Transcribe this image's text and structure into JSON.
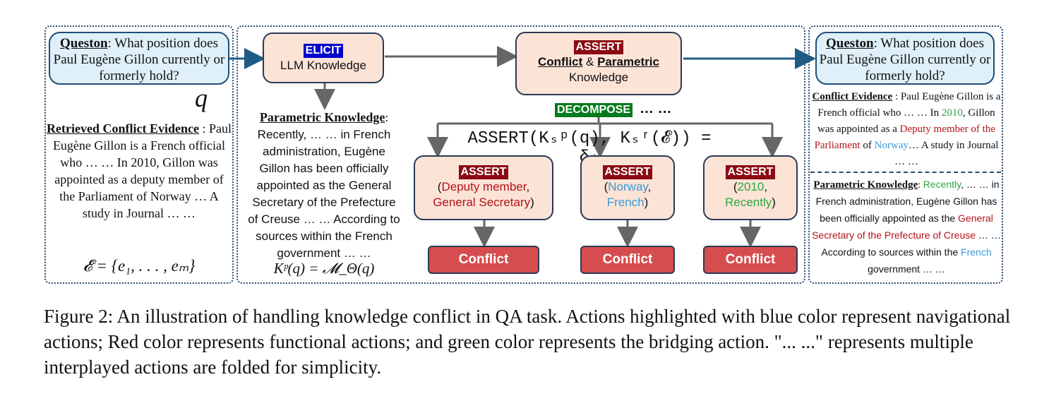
{
  "question_box_left": {
    "label": "Queston",
    "text": ": What position does Paul Eugène Gillon currently or formerly hold?"
  },
  "q_symbol": "q",
  "evidence": {
    "label": "Retrieved Conflict Evidence",
    "sep": " :",
    "text": "Paul Eugène Gillon is a French official who … … In 2010, Gillon was appointed as a deputy member of the Parliament of Norway … A study in Journal … …",
    "formula": "𝓔 = {e₁, . . . , eₘ}"
  },
  "elicit_node": {
    "tag": "ELICIT",
    "text": "LLM Knowledge"
  },
  "parametric": {
    "label": "Parametric Knowledge",
    "sep": ":",
    "text": "Recently, … … in French administration,  Eugène Gillon has been officially appointed as the General Secretary of the Prefecture of Creuse … … According to sources within the French government  … …",
    "formula": "Kᵖ(q) = 𝓜_Θ(q)"
  },
  "assert_top": {
    "tag": "ASSERT",
    "bold1": "Conflict",
    "amp": " & ",
    "bold2": "Parametric",
    "line2": "Knowledge"
  },
  "decompose": {
    "tag": "DECOMPOSE",
    "dots": "… …"
  },
  "assert_formula": "ASSERT(Kₛᵖ(q), Kₛʳ(𝓔)) = δᵢ",
  "assert_nodes": [
    {
      "tag": "ASSERT",
      "open": "(",
      "a": "Deputy member",
      "comma": ",",
      "b": "General Secretary",
      "close": ")",
      "color": "#b3131b"
    },
    {
      "tag": "ASSERT",
      "open": "(",
      "a": "Norway",
      "comma": ",",
      "b": "French",
      "close": ")",
      "color": "#3a9ad9"
    },
    {
      "tag": "ASSERT",
      "open": "(",
      "a": "2010",
      "comma": ",",
      "b": "Recently",
      "close": ")",
      "color": "#2aa845"
    }
  ],
  "conflict_labels": [
    "Conflict",
    "Conflict",
    "Conflict"
  ],
  "question_box_right": {
    "label": "Queston",
    "text": ": What position does Paul Eugène Gillon currently or formerly hold?"
  },
  "right_evidence": {
    "label": "Conflict Evidence",
    "p1": " : Paul Eugène Gillon is a French official who … … In ",
    "y2010": "2010",
    "p2": ", Gillon was appointed as a ",
    "deputy": "Deputy member of the Parliament",
    "p3": " of ",
    "norway": "Norway",
    "p4": "… A study in Journal … …"
  },
  "right_parametric": {
    "label": "Parametric Knowledge",
    "p0": ": ",
    "recently": "Recently",
    "p1": ", … … in French administration, Eugène Gillon has been officially appointed as the ",
    "gensec": "General Secretary of the Prefecture of Creuse",
    "p2": " … … According to sources within the ",
    "french": "French",
    "p3": " government  … …"
  },
  "caption": "Figure 2: An illustration of handling knowledge conflict in QA task. Actions highlighted with blue color represent navigational actions; Red color represents functional actions; and green color represents the bridging action. \"... ...\" represents multiple interplayed actions are folded for simplicity.",
  "colors": {
    "navigational": "#0000cc",
    "functional": "#8b0a14",
    "bridging": "#087a1e",
    "node_fill": "#fbe3d6",
    "conflict_fill": "#d64d4f",
    "question_fill": "#dff0f8"
  }
}
